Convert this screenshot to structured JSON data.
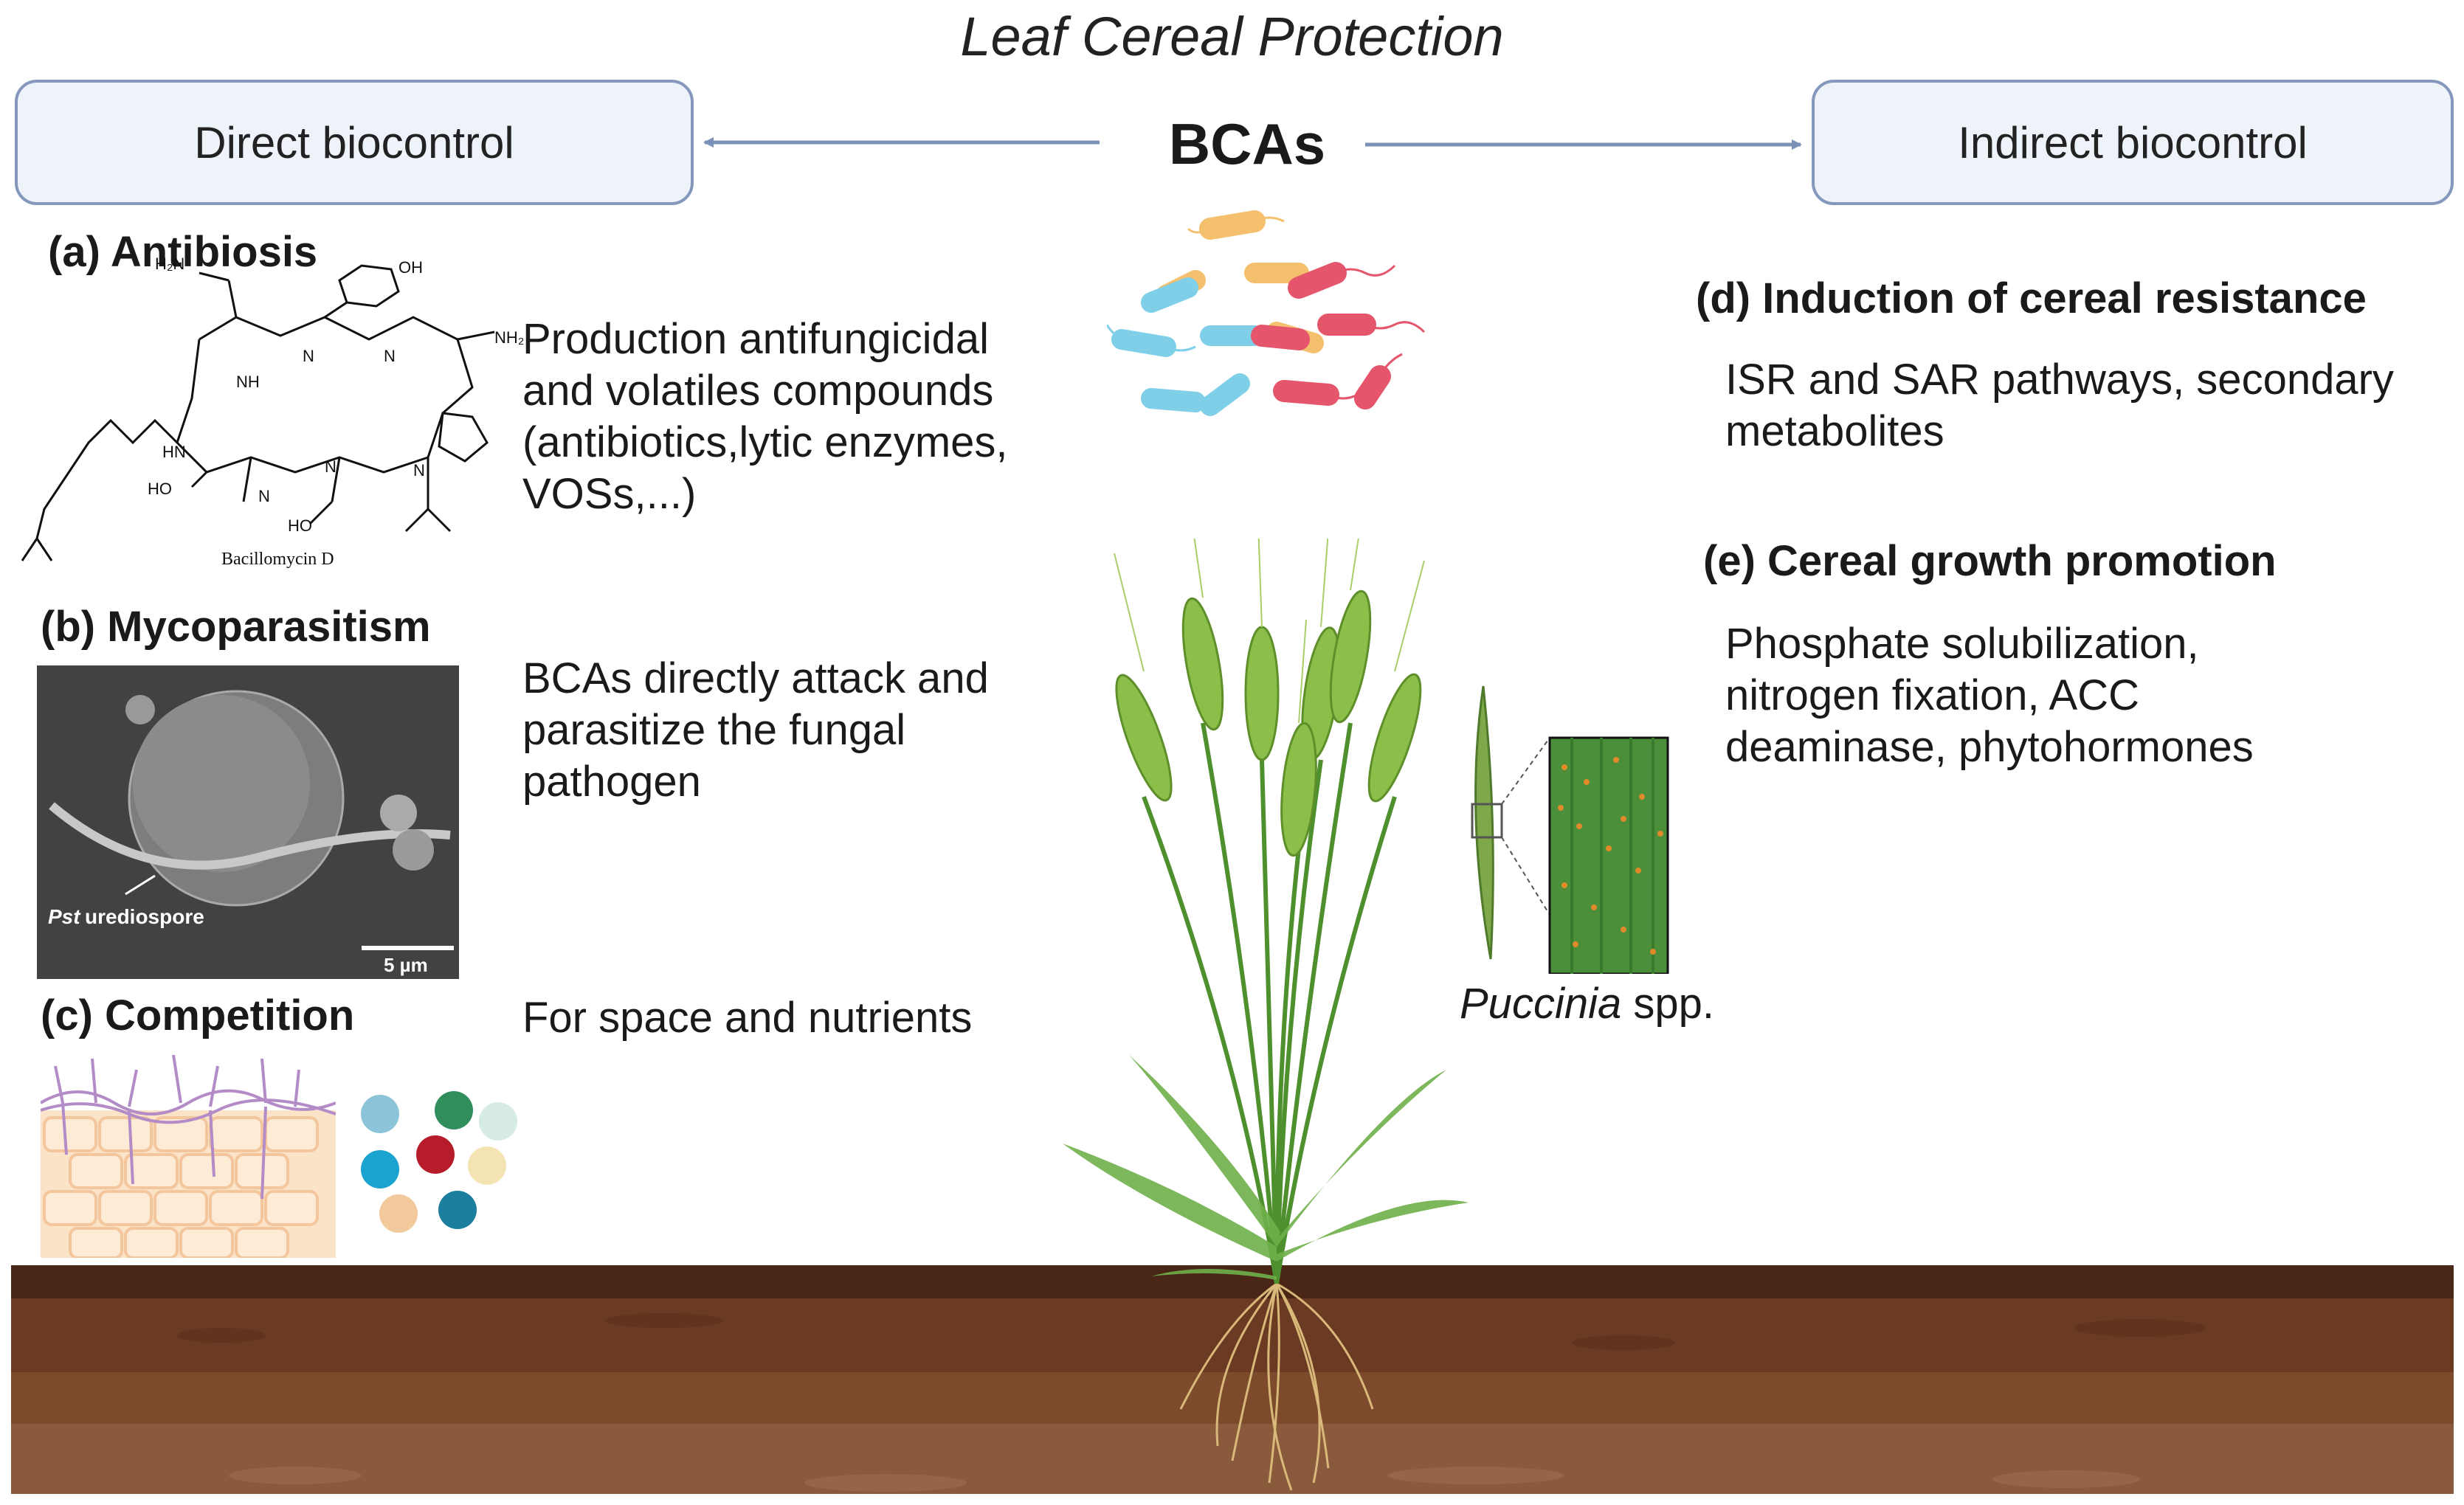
{
  "title": "Leaf Cereal Protection",
  "center_label": "BCAs",
  "boxes": {
    "direct": "Direct biocontrol",
    "indirect": "Indirect biocontrol"
  },
  "sections": {
    "a": {
      "heading": "(a) Antibiosis",
      "lines": [
        "Production antifungicidal",
        "and volatiles compounds",
        "(antibiotics,lytic enzymes,",
        "VOSs,...)"
      ],
      "molecule_name": "Bacillomycin D"
    },
    "b": {
      "heading": "(b) Mycoparasitism",
      "lines": [
        "BCAs directly attack and",
        "parasitize the fungal",
        "pathogen"
      ],
      "micrograph_label_italic": "Pst",
      "micrograph_label": " urediospore",
      "scale_bar": "5 µm"
    },
    "c": {
      "heading": "(c) Competition",
      "lines": [
        "For space and nutrients"
      ]
    },
    "d": {
      "heading": "(d) Induction of cereal resistance",
      "lines": [
        "ISR and SAR pathways, secondary",
        "metabolites"
      ]
    },
    "e": {
      "heading": "(e) Cereal growth promotion",
      "lines": [
        "Phosphate solubilization,",
        "nitrogen fixation, ACC",
        "deaminase, phytohormones"
      ]
    }
  },
  "pathogen_label": {
    "genus": "Puccinia",
    "suffix": " spp."
  },
  "colors": {
    "box_fill": "#eef2f9",
    "box_border": "#8497bd",
    "arrow": "#7c91b8",
    "soil_top": "#4a2616",
    "soil_mid": "#6b3a22",
    "soil_bottom": "#8a5a3c",
    "wheat": "#6fa03a"
  }
}
